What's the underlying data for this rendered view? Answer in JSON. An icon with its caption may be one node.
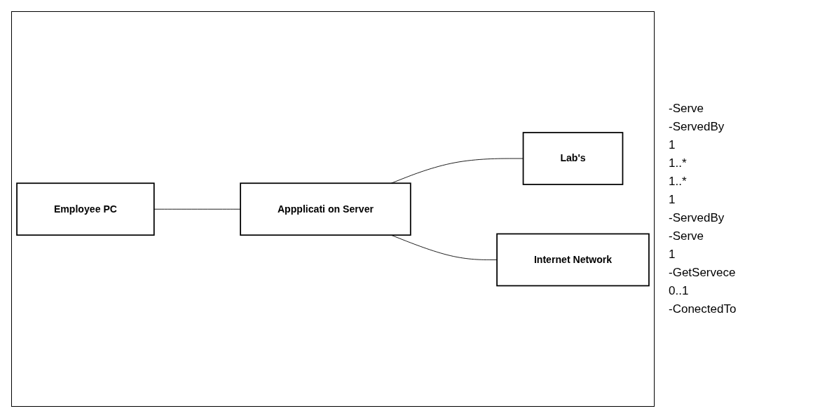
{
  "diagram": {
    "nodes": [
      {
        "text": [
          "Employee PC"
        ]
      },
      {
        "text": [
          "Appplicati on Server"
        ]
      },
      {
        "text": [
          "Lab's"
        ]
      },
      {
        "text": [
          "Internet Network"
        ]
      }
    ],
    "edges": [
      {
        "from": 0,
        "to": 1,
        "arrow": "none"
      },
      {
        "from": 1,
        "to": 2,
        "arrow": "none"
      },
      {
        "from": 1,
        "to": 3,
        "arrow": "none"
      }
    ],
    "labels": [
      "-Serve",
      "-ServedBy",
      "1",
      "1..*",
      "1..*",
      "1",
      "-ServedBy",
      "-Serve",
      "1",
      "-GetServece",
      "0..1",
      "-ConectedTo"
    ]
  }
}
